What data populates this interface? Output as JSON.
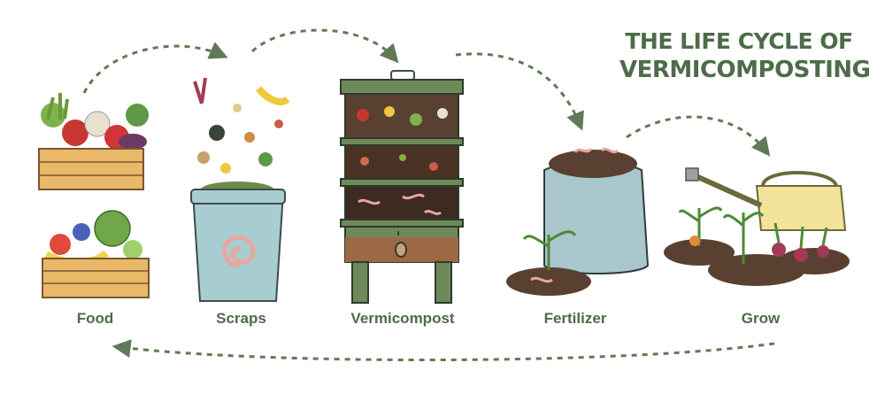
{
  "title": {
    "line1": "THE LIFE CYCLE OF",
    "line2": "VERMICOMPOSTING"
  },
  "stages": [
    "Food",
    "Scraps",
    "Vermicompost",
    "Fertilizer",
    "Grow"
  ],
  "side_id": "1508428448",
  "colors": {
    "accent_green": "#4e6b4a",
    "arrow": "#5f7a55",
    "bin": "#a7cdd0",
    "worm": "#e7a6a0",
    "soil": "#5a4030",
    "crate": "#e9b869",
    "bag": "#a9c6cc",
    "can": "#f3e39a"
  },
  "icons": [
    "arrow-dashed",
    "worm-icon",
    "sprout-icon",
    "watering-can-icon"
  ]
}
